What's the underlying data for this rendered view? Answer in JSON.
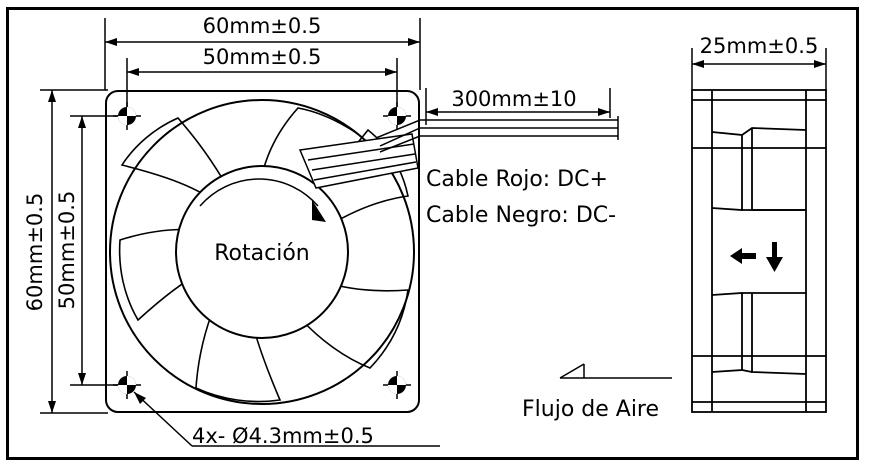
{
  "front_view": {
    "width_outer": "60mm±0.5",
    "width_hole": "50mm±0.5",
    "height_outer": "60mm±0.5",
    "height_hole": "50mm±0.5",
    "cable_length": "300mm±10",
    "cable_red": "Cable Rojo: DC+",
    "cable_black": "Cable Negro: DC-",
    "rotation": "Rotación",
    "holes": "4x- Ø4.3mm±0.5"
  },
  "side_view": {
    "depth": "25mm±0.5",
    "airflow": "Flujo de Aire"
  }
}
